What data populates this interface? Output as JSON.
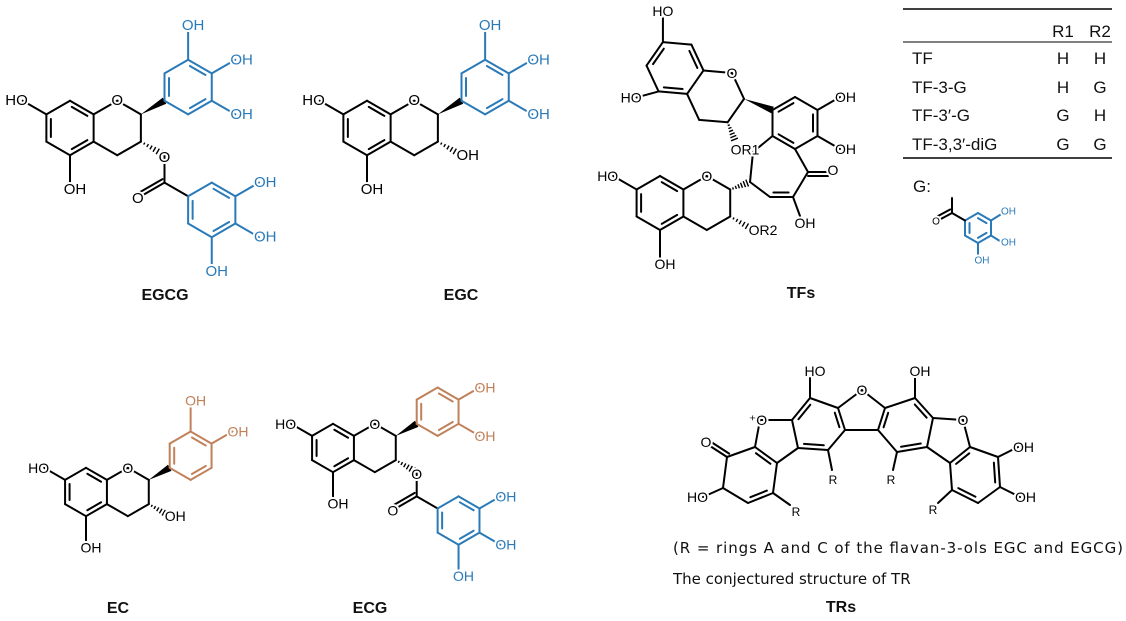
{
  "colors": {
    "bond": "#000000",
    "pyrogallol": "#2a7ab8",
    "catechol": "#c0805a"
  },
  "molecules": {
    "egcg": {
      "caption": "EGCG",
      "atoms": {
        "ho7": "HO",
        "oh5": "OH",
        "o1": "O",
        "oh3p": "OH",
        "oh4p": "OH",
        "oh5p": "OH",
        "o_ester": "O",
        "o_carbonyl": "O",
        "oh_g3": "OH",
        "oh_g4": "OH",
        "oh_g5": "OH"
      }
    },
    "egc": {
      "caption": "EGC",
      "atoms": {
        "ho7": "HO",
        "oh5": "OH",
        "o1": "O",
        "oh3p": "OH",
        "oh4p": "OH",
        "oh5p": "OH",
        "oh3": "OH"
      }
    },
    "ec": {
      "caption": "EC",
      "atoms": {
        "ho7": "HO",
        "oh5": "OH",
        "o1": "O",
        "oh3p": "OH",
        "oh4p": "OH",
        "oh3": "OH"
      }
    },
    "ecg": {
      "caption": "ECG",
      "atoms": {
        "ho7": "HO",
        "oh5": "OH",
        "o1": "O",
        "oh3p": "OH",
        "oh4p": "OH",
        "o_ester": "O",
        "o_carbonyl": "O",
        "oh_g3": "OH",
        "oh_g4": "OH",
        "oh_g5": "OH"
      }
    },
    "tfs": {
      "caption": "TFs",
      "atoms": {
        "top_ho7": "HO",
        "top_ho5": "HO",
        "top_o1": "O",
        "or1": "OR1",
        "bot_ho7": "HO",
        "bot_oh5": "OH",
        "bot_o1": "O",
        "or2": "OR2",
        "oh_a": "OH",
        "oh_b": "OH",
        "o_keto": "O",
        "oh_c": "OH"
      }
    },
    "trs": {
      "caption": "TRs",
      "note": "(R = rings A and C of the flavan-3-ols EGC and EGCG)",
      "subtitle": "The conjectured structure of TR",
      "atoms": {
        "o_plus": "⁺O",
        "o_keto": "O",
        "ho_left": "HO",
        "r1": "R",
        "ho_top": "HO",
        "r2": "R",
        "o_furan": "O",
        "oh_top": "OH",
        "r3": "R",
        "o_right": "O",
        "oh_r1": "OH",
        "oh_r2": "OH",
        "r4": "R"
      }
    }
  },
  "table": {
    "headers": [
      "",
      "R1",
      "R2"
    ],
    "rows": [
      [
        "TF",
        "H",
        "H"
      ],
      [
        "TF-3-G",
        "H",
        "G"
      ],
      [
        "TF-3′-G",
        "G",
        "H"
      ],
      [
        "TF-3,3′-diG",
        "G",
        "G"
      ]
    ]
  },
  "g_group": {
    "label": "G:",
    "atoms": {
      "o_carbonyl": "O",
      "oh1": "OH",
      "oh2": "OH",
      "oh3": "OH"
    }
  }
}
